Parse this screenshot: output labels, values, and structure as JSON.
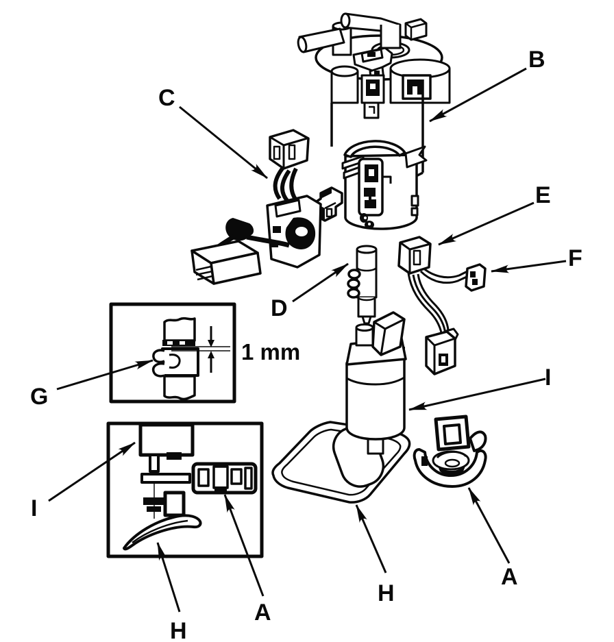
{
  "figure": {
    "type": "exploded-parts-diagram",
    "background": "#ffffff",
    "line_color": "#0a0a0a",
    "callouts": {
      "a": "A",
      "b": "B",
      "c": "C",
      "d": "D",
      "e": "E",
      "f": "F",
      "g": "G",
      "h": "H",
      "i": "I"
    },
    "measurement": {
      "clip_gap": "1 mm"
    }
  }
}
